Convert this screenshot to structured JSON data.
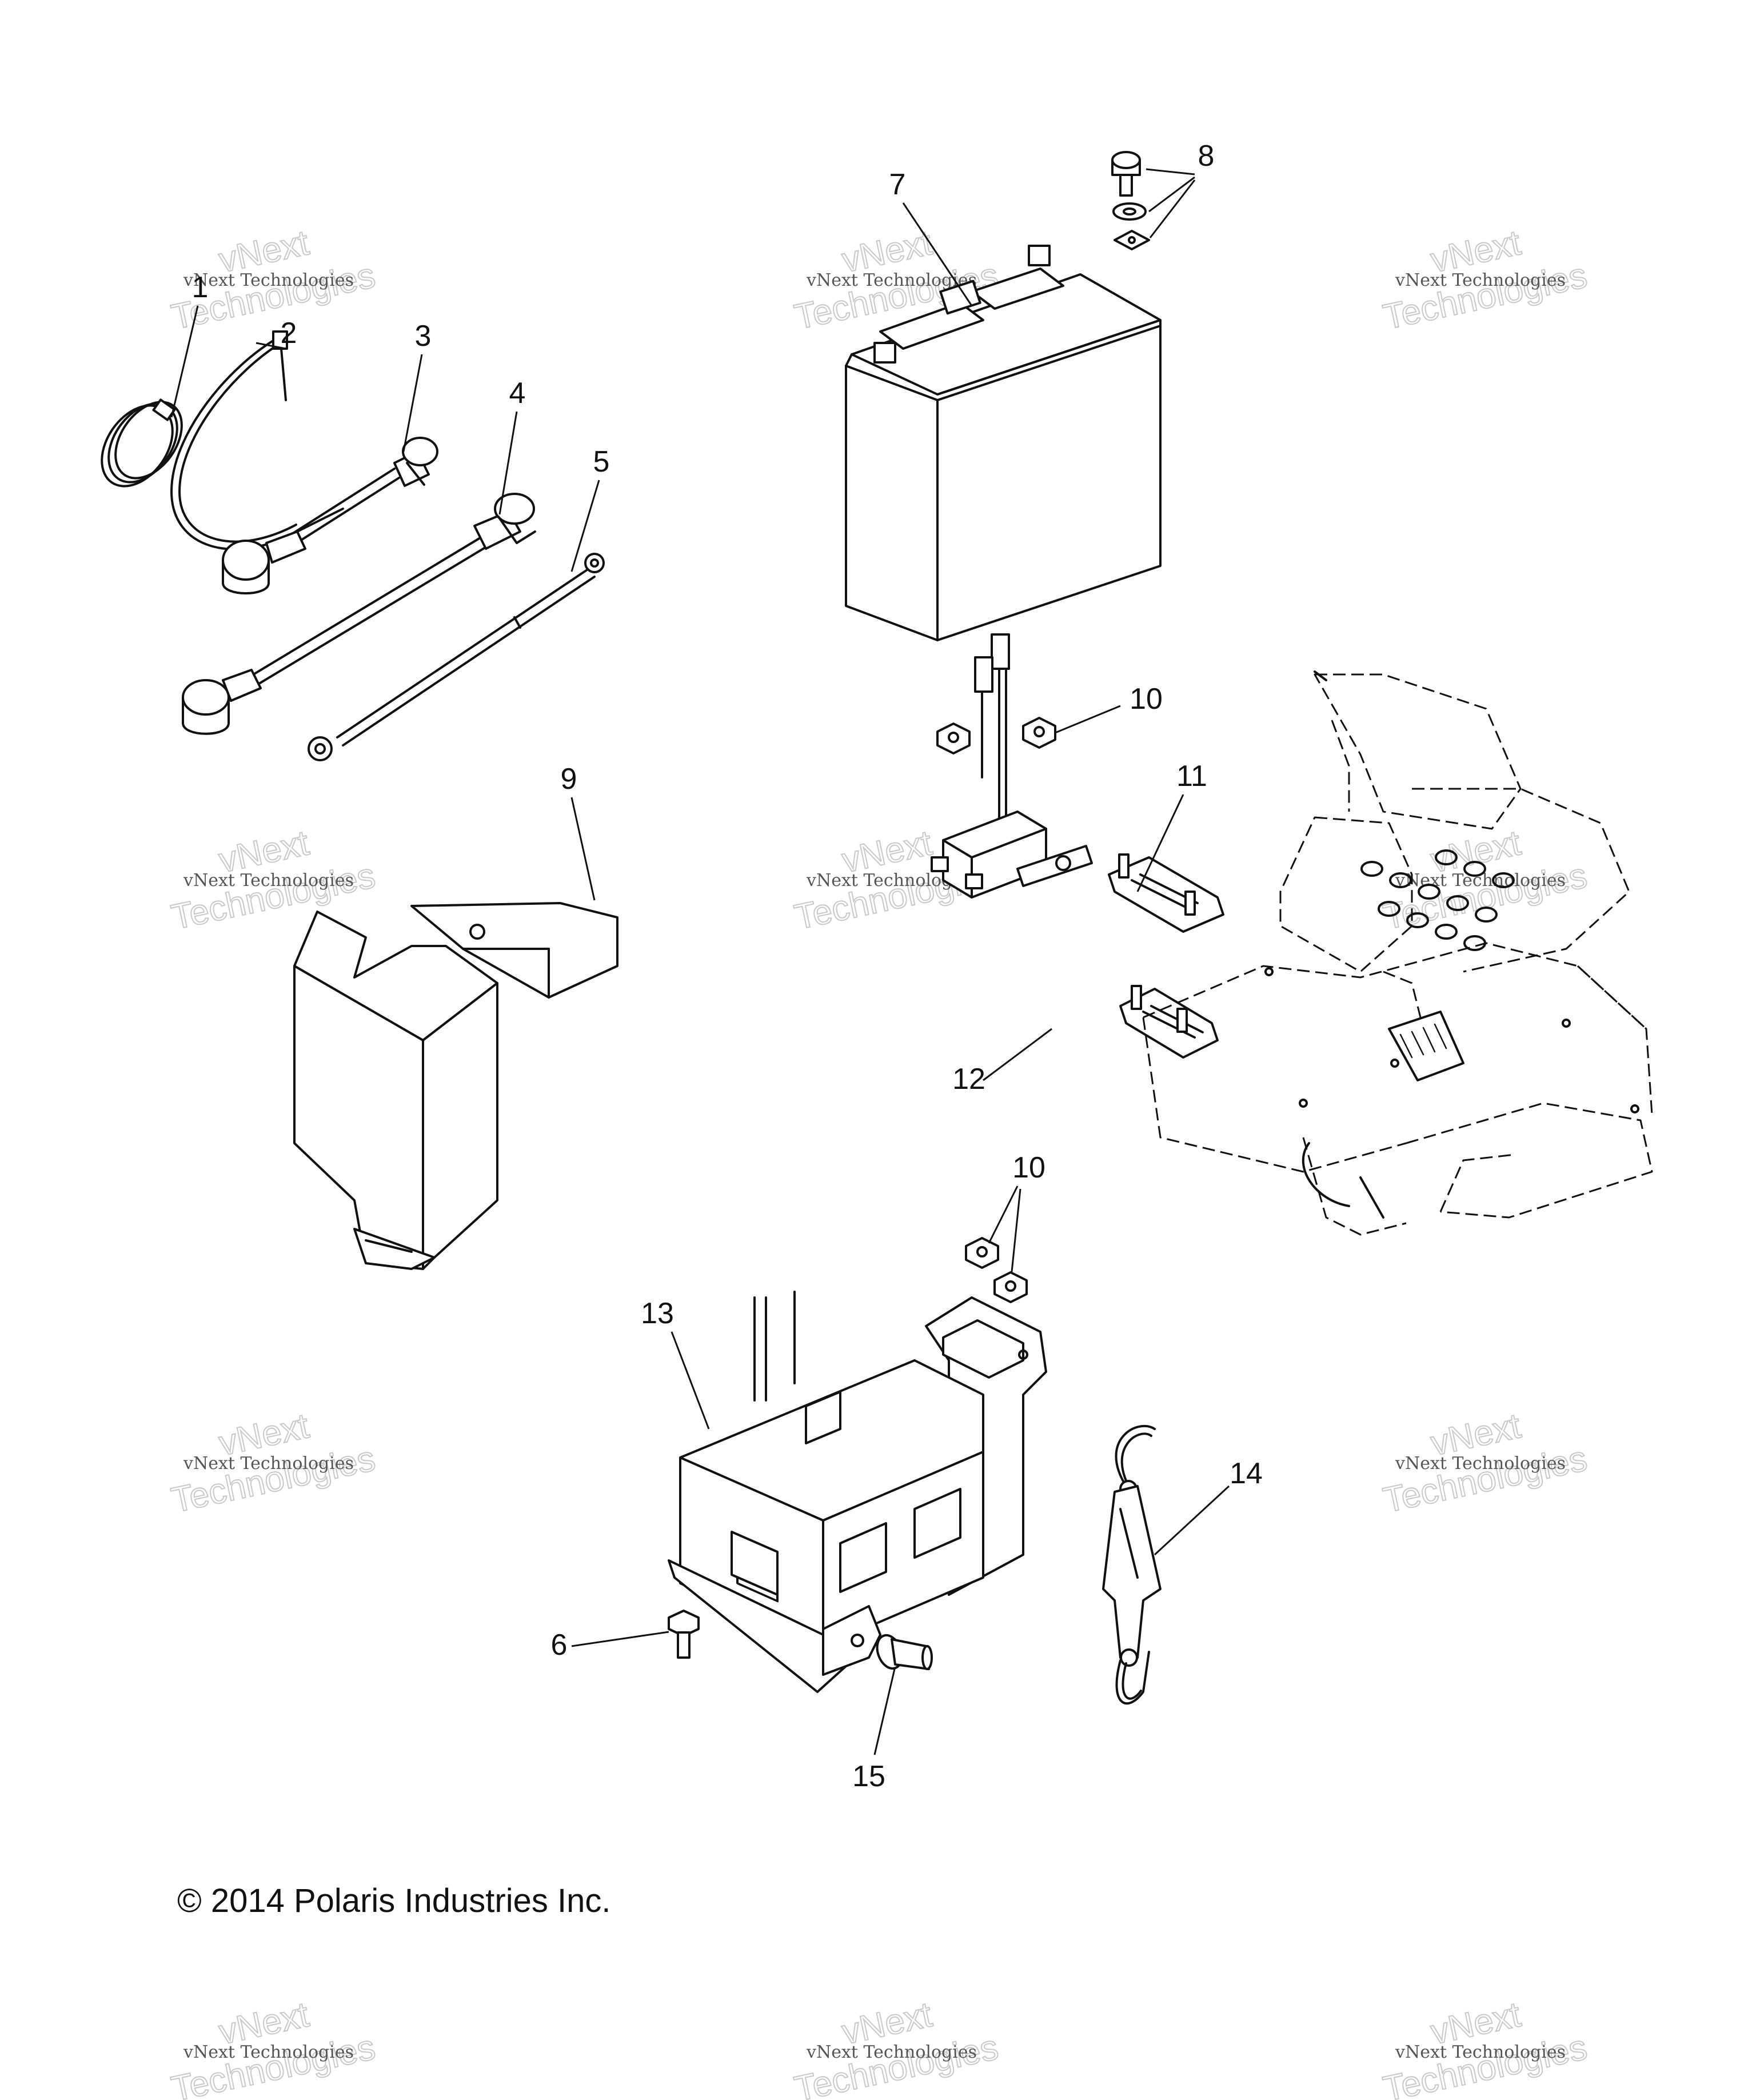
{
  "diagram": {
    "callouts": [
      {
        "id": "1",
        "label": "1"
      },
      {
        "id": "2",
        "label": "2"
      },
      {
        "id": "3",
        "label": "3"
      },
      {
        "id": "4",
        "label": "4"
      },
      {
        "id": "5",
        "label": "5"
      },
      {
        "id": "6",
        "label": "6"
      },
      {
        "id": "7",
        "label": "7"
      },
      {
        "id": "8",
        "label": "8"
      },
      {
        "id": "9",
        "label": "9"
      },
      {
        "id": "10a",
        "label": "10"
      },
      {
        "id": "10b",
        "label": "10"
      },
      {
        "id": "11",
        "label": "11"
      },
      {
        "id": "12",
        "label": "12"
      },
      {
        "id": "13",
        "label": "13"
      },
      {
        "id": "14",
        "label": "14"
      },
      {
        "id": "15",
        "label": "15"
      }
    ],
    "copyright": "© 2014 Polaris Industries Inc.",
    "watermark": {
      "small": "vNext Technologies",
      "big_top": "vNext",
      "big_bottom": "Technologies"
    }
  }
}
